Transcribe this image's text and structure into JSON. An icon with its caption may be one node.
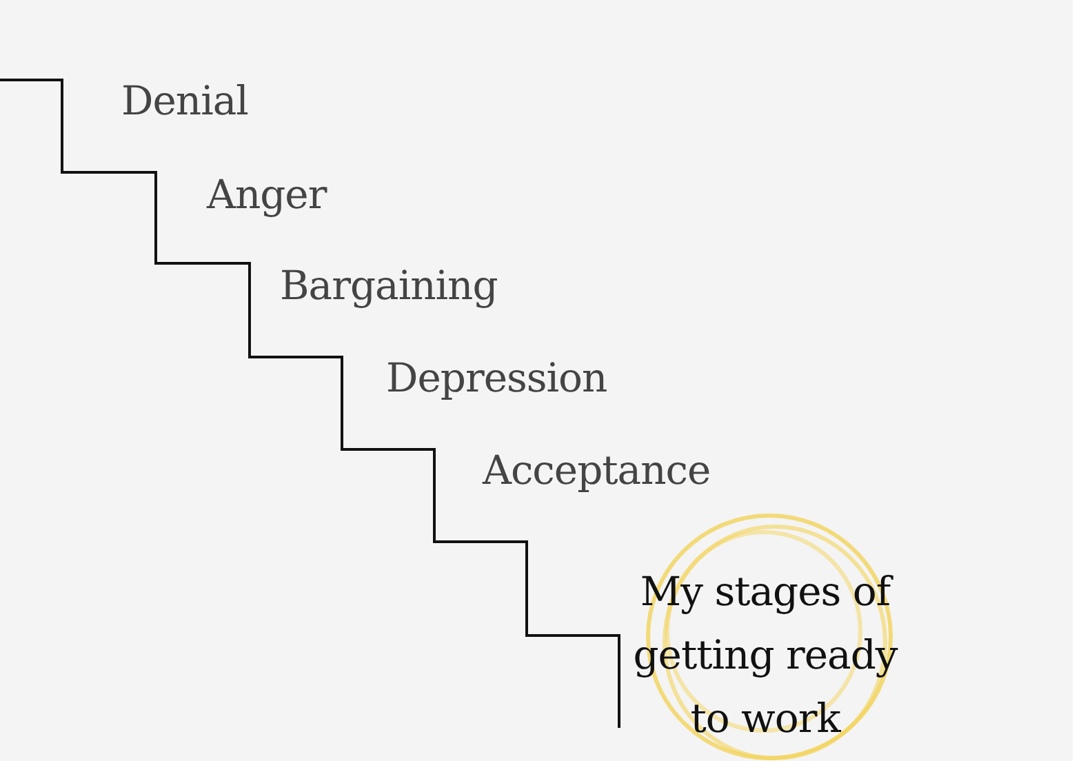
{
  "diagram": {
    "nodes": [
      {
        "text": [
          "My stages of getting ready to work"
        ]
      }
    ],
    "labels": [
      "Denial",
      "Anger",
      "Bargaining",
      "Depression",
      "Acceptance"
    ]
  }
}
